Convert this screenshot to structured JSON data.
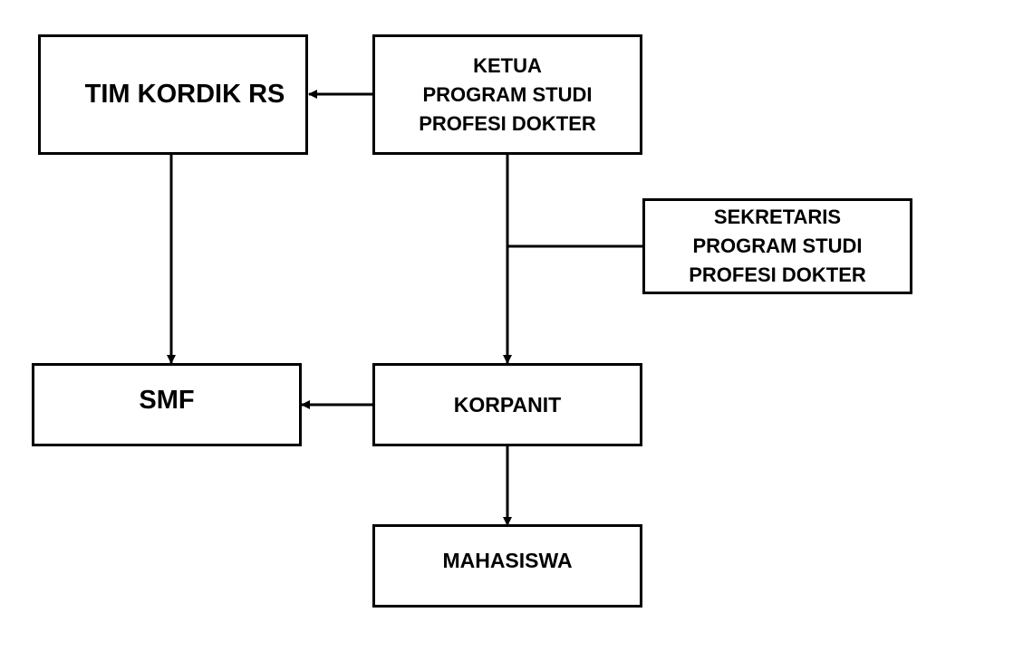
{
  "boxes": {
    "tim_kordik_rs": "TIM KORDIK RS",
    "ketua": [
      "KETUA",
      "PROGRAM STUDI",
      "PROFESI DOKTER"
    ],
    "sekretaris": [
      "SEKRETARIS",
      "PROGRAM STUDI",
      "PROFESI DOKTER"
    ],
    "smf": "SMF",
    "korpanit": "KORPANIT",
    "mahasiswa": "MAHASISWA"
  }
}
